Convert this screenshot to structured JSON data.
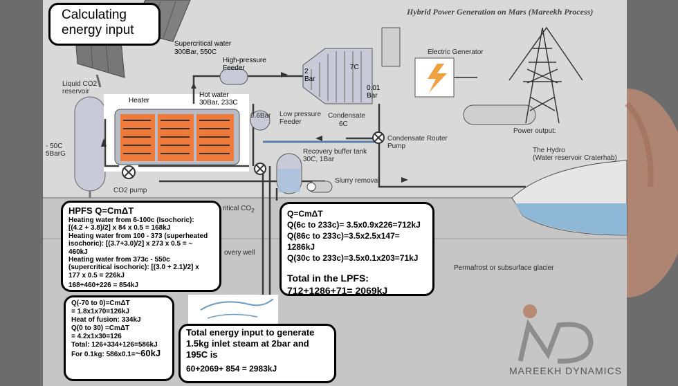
{
  "title": {
    "line1": "Calculating",
    "line2": "energy input"
  },
  "diagram_title": "Hybrid Power Generation on Mars (Mareekh Process)",
  "labels": {
    "supercritical": "Supercritical water",
    "supercritical_cond": "300Bar, 550C",
    "hp_feeder_1": "High-pressure",
    "hp_feeder_2": "Feeder",
    "heater": "Heater",
    "hot_water_1": "Hot water",
    "hot_water_2": "30Bar, 233C",
    "liquid_co2_1": "Liquid CO2",
    "liquid_co2_2": "reservoir",
    "co2_cond_1": "- 50C",
    "co2_cond_2": "5BarG",
    "co2_pump": "CO2 pump",
    "bar06": "0.6Bar",
    "lp_feeder_1": "Low pressure",
    "lp_feeder_2": "Feeder",
    "turbine_2bar_1": "2",
    "turbine_2bar_2": "Bar",
    "turbine_7c": "7C",
    "turbine_001_1": "0.01",
    "turbine_001_2": "Bar",
    "condensate_1": "Condensate",
    "condensate_2": "6C",
    "elec_gen": "Electric Generator",
    "router_1": "Condensate Router",
    "router_2": "Pump",
    "recovery_1": "Recovery buffer tank",
    "recovery_2": "30C, 1Bar",
    "slurry": "Slurry removal",
    "power_output": "Power output:",
    "hydro_1": "The Hydro",
    "hydro_2": "(Water reservoir Craterhab)",
    "critical": "ritical CO",
    "critical_sub": "2",
    "overy_well": "overy well",
    "permafrost": "Permafrost or subsurface glacier",
    "brand": "MAREEKH DYNAMICS"
  },
  "hpfs": {
    "header": "HPFS     Q=CmΔT",
    "lines": [
      "Heating water from 6-100c (Isochoric):",
      "[(4.2 + 3.8)/2] x 84 x 0.5 = 168kJ",
      "Heating water from 100 - 373 (superheated",
      "isochoric): [(3.7+3.0)/2] x 273 x 0.5 = ~",
      "460kJ",
      "Heating water from 373c - 550c",
      "(supercritical isochoric): [(3.0 + 2.1)/2] x",
      "177 x 0.5 = 226kJ",
      "168+460+226 = 854kJ"
    ]
  },
  "ice": {
    "lines": [
      "Q(-70 to 0)=CmΔT",
      "= 1.8x1x70=126kJ",
      "Heat of fusion: 334kJ",
      "Q(0 to 30) =CmΔT",
      "= 4.2x1x30=126",
      "Total: 126+334+126=586kJ"
    ],
    "last_prefix": "For 0.1kg: 586x0.1=",
    "last_big": "~60kJ"
  },
  "lpfs": {
    "header": "Q=CmΔT",
    "lines": [
      "Q(6c to 233c)= 3.5x0.9x226=712kJ",
      "Q(86c to 233c)=3.5x2.5x147= 1286kJ",
      "Q(30c to 233c)=3.5x0.1x203=71kJ"
    ],
    "total_title": "Total in the LPFS:",
    "total_value": "712+1286+71= 2069kJ"
  },
  "total": {
    "lines": [
      "Total energy input to generate",
      "1.5kg inlet steam at 2bar and",
      "195C is"
    ],
    "sum": "60+2069+ 854 = 2983kJ"
  }
}
